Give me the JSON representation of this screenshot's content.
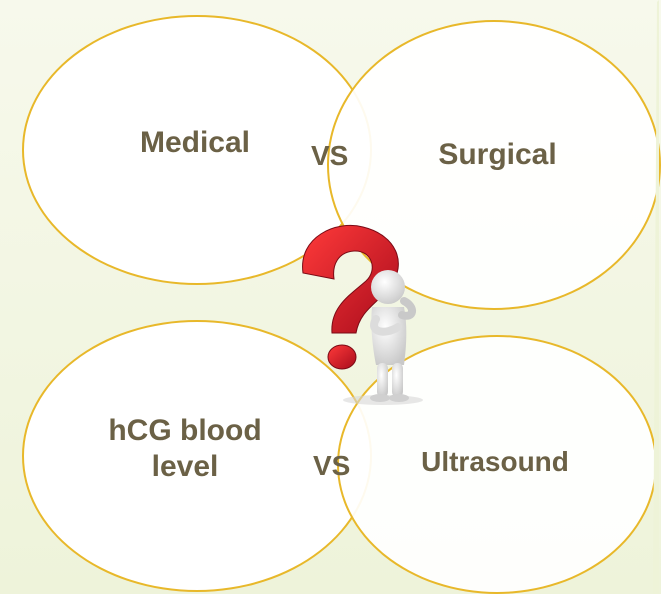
{
  "top_pair": {
    "left_label": "Medical",
    "vs_label": "VS",
    "right_label": "Surgical"
  },
  "bottom_pair": {
    "left_label": "hCG blood level",
    "vs_label": "VS",
    "right_label": "Ultrasound"
  },
  "decoration": {
    "figure_icon": "thinking-person-with-question-mark-icon",
    "accent_color": "#e8b82a",
    "text_color": "#6b6146",
    "question_mark_color": "#c8102e"
  }
}
